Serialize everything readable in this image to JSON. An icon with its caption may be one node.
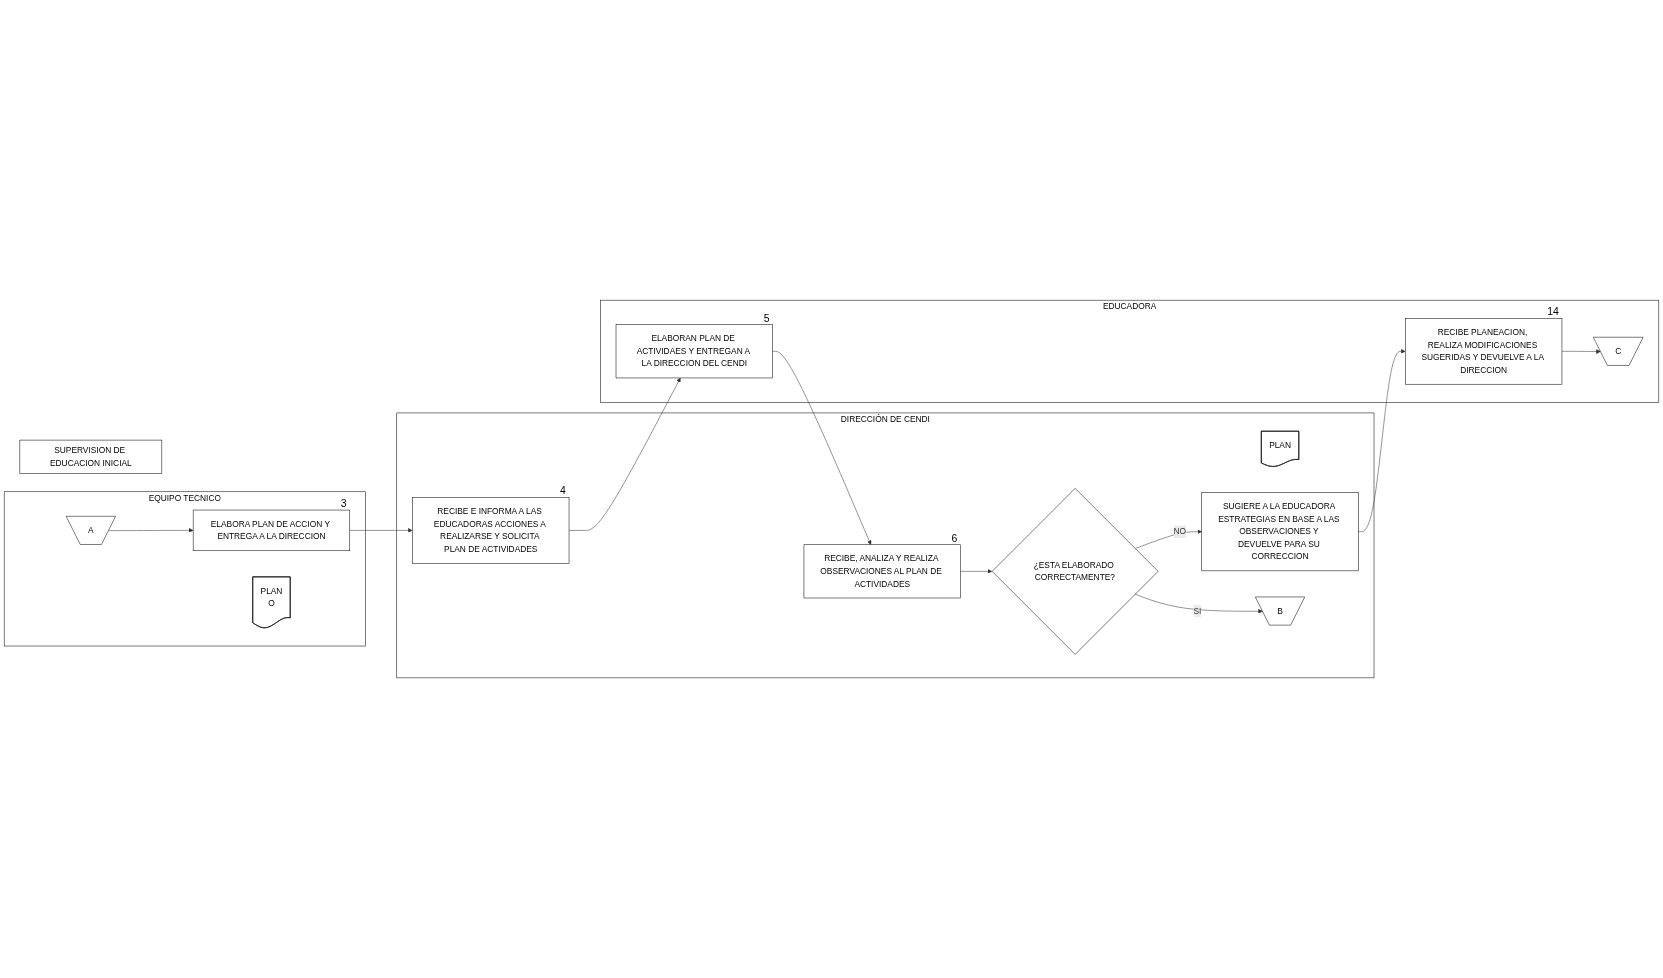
{
  "diagram": {
    "nodes": [
      {
        "text": [
          "DIRECCIÓN DE CENDI"
        ]
      },
      {
        "text": [
          "EQUIPO TECNICO"
        ]
      },
      {
        "text": [
          "EDUCADORA"
        ]
      },
      {
        "text": [
          "SUPERVISION DE EDUCACION INICIAL"
        ]
      },
      {
        "text": [
          "A"
        ],
        "in": 1
      },
      {
        "text": [
          "ELABORA PLAN DE ACCION Y ENTREGA A LA DIRECCION"
        ],
        "beside": [
          "3"
        ],
        "in": 1
      },
      {
        "text": [
          "PLAN",
          "O"
        ],
        "in": 1
      },
      {
        "text": [
          "RECIBE E INFORMA A LAS EDUCADORAS ACCIONES A REALIZARSE Y SOLICITA PLAN DE ACTIVIDADES"
        ],
        "beside": [
          "4"
        ],
        "in": 0
      },
      {
        "text": [
          "PLAN"
        ],
        "in": 0
      },
      {
        "text": [
          "ELABORAN PLAN DE ACTIVIDAES Y ENTREGAN A LA DIRECCION DEL CENDI"
        ],
        "beside": [
          "5"
        ],
        "in": 2
      },
      {
        "text": [
          "RECIBE, ANALIZA Y REALIZA OBSERVACIONES AL PLAN DE ACTIVIDADES"
        ],
        "beside": [
          "6"
        ],
        "in": 0
      },
      {
        "text": [
          "¿ESTA ELABORADO CORRECTAMENTE?"
        ],
        "in": 0
      },
      {
        "text": [
          "SUGIERE A LA EDUCADORA ESTRATEGIAS EN BASE A LAS OBSERVACIONES Y DEVUELVE PARA SU CORRECCION"
        ],
        "in": 0
      },
      {
        "text": [
          "B"
        ],
        "in": 0
      },
      {
        "text": [
          "RECIBE PLANEACION, REALIZA MODIFICACIONES SUGERIDAS Y DEVUELVE A LA DIRECCION"
        ],
        "beside": [
          "14"
        ],
        "in": 2
      },
      {
        "text": [
          "C"
        ],
        "in": 2
      }
    ],
    "edges": [
      {
        "from": 4,
        "to": 5,
        "arrow": "to"
      },
      {
        "from": 5,
        "to": 7,
        "arrow": "to"
      },
      {
        "from": 7,
        "to": 9,
        "arrow": "to"
      },
      {
        "from": 9,
        "to": 10,
        "arrow": "to"
      },
      {
        "from": 10,
        "to": 11,
        "arrow": "to"
      },
      {
        "from": 11,
        "to": 12,
        "label": "NO",
        "arrow": "to"
      },
      {
        "from": 11,
        "to": 13,
        "label": "SI",
        "arrow": "to"
      },
      {
        "from": 12,
        "to": 14,
        "arrow": "to"
      },
      {
        "from": 14,
        "to": 15,
        "arrow": "to"
      }
    ]
  }
}
